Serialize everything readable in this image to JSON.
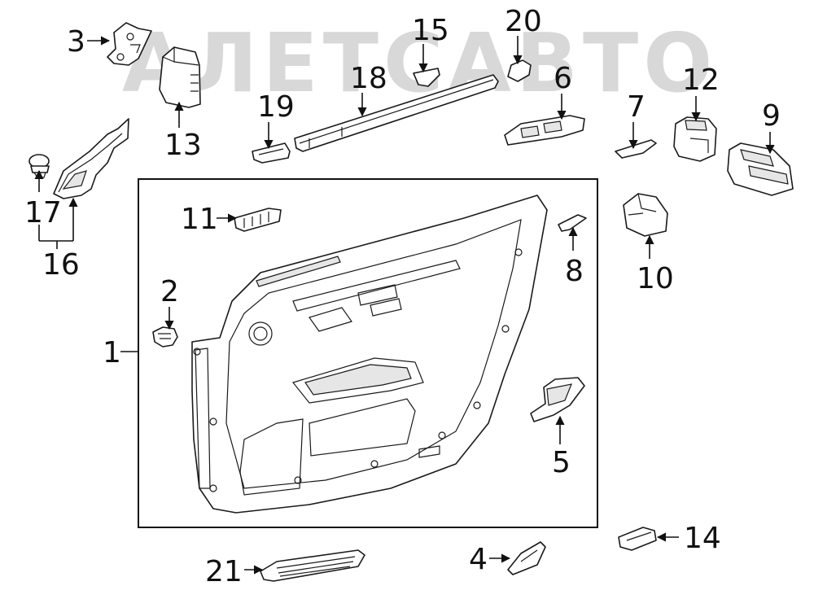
{
  "watermark": "АЛЕТСАВТО",
  "callouts": {
    "c1": "1",
    "c2": "2",
    "c3": "3",
    "c4": "4",
    "c5": "5",
    "c6": "6",
    "c7": "7",
    "c8": "8",
    "c9": "9",
    "c10": "10",
    "c11": "11",
    "c12": "12",
    "c13": "13",
    "c14": "14",
    "c15": "15",
    "c16": "16",
    "c17": "17",
    "c18": "18",
    "c19": "19",
    "c20": "20",
    "c21": "21"
  }
}
